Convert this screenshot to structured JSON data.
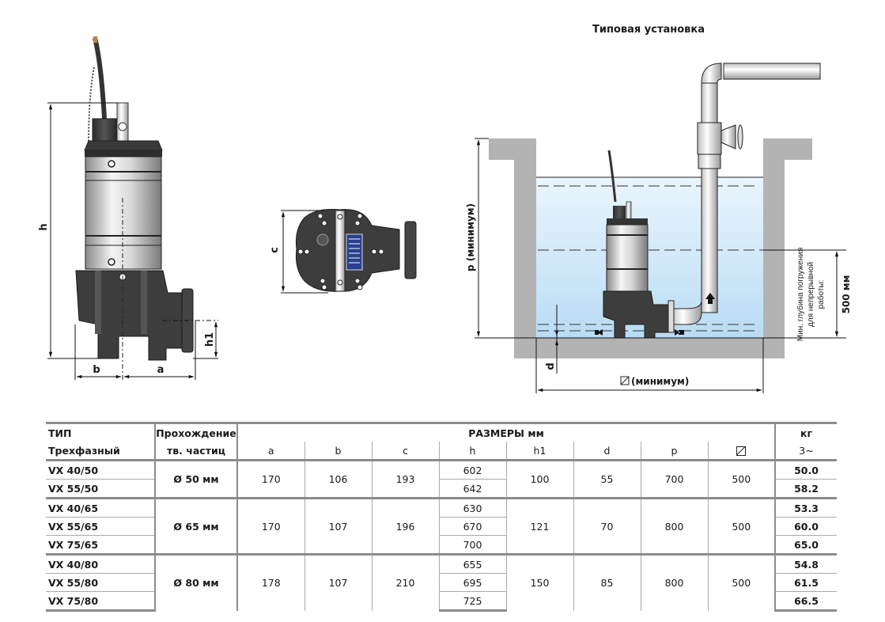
{
  "installation_title": "Типовая установка",
  "pump_diagram": {
    "dim_labels": {
      "h": "h",
      "h1": "h1",
      "a": "a",
      "b": "b",
      "c": "c"
    }
  },
  "installation_diagram": {
    "p_label": "p (минимум)",
    "d_label": "d",
    "square_label": "(минимум)",
    "min_depth_line1": "Мин. глубина погружения",
    "min_depth_line2": "для непрерывной",
    "min_depth_line3": "работы:",
    "min_depth_value": "500 мм"
  },
  "colors": {
    "water": "#cfe6f7",
    "concrete": "#b3b3b3",
    "pump_body": "#3a3a3a",
    "table_rule": "#8c8c8c"
  },
  "table": {
    "header": {
      "type_label": "ТИП",
      "phase_label": "Трехфазный",
      "passage_line1": "Прохождение",
      "passage_line2": "тв. частиц",
      "dims_label": "РАЗМЕРЫ мм",
      "weight_label": "кг",
      "weight_sub": "3~",
      "columns": [
        "a",
        "b",
        "c",
        "h",
        "h1",
        "d",
        "p"
      ]
    },
    "groups": [
      {
        "passage": "Ø 50 мм",
        "a": "170",
        "b": "106",
        "c": "193",
        "h1": "100",
        "d": "55",
        "p": "700",
        "square": "500",
        "models": [
          {
            "type": "VX 40/50",
            "h": "602",
            "kg": "50.0"
          },
          {
            "type": "VX 55/50",
            "h": "642",
            "kg": "58.2"
          }
        ]
      },
      {
        "passage": "Ø 65 мм",
        "a": "170",
        "b": "107",
        "c": "196",
        "h1": "121",
        "d": "70",
        "p": "800",
        "square": "500",
        "models": [
          {
            "type": "VX 40/65",
            "h": "630",
            "kg": "53.3"
          },
          {
            "type": "VX 55/65",
            "h": "670",
            "kg": "60.0"
          },
          {
            "type": "VX 75/65",
            "h": "700",
            "kg": "65.0"
          }
        ]
      },
      {
        "passage": "Ø 80 мм",
        "a": "178",
        "b": "107",
        "c": "210",
        "h1": "150",
        "d": "85",
        "p": "800",
        "square": "500",
        "models": [
          {
            "type": "VX 40/80",
            "h": "655",
            "kg": "54.8"
          },
          {
            "type": "VX 55/80",
            "h": "695",
            "kg": "61.5"
          },
          {
            "type": "VX 75/80",
            "h": "725",
            "kg": "66.5"
          }
        ]
      }
    ]
  }
}
